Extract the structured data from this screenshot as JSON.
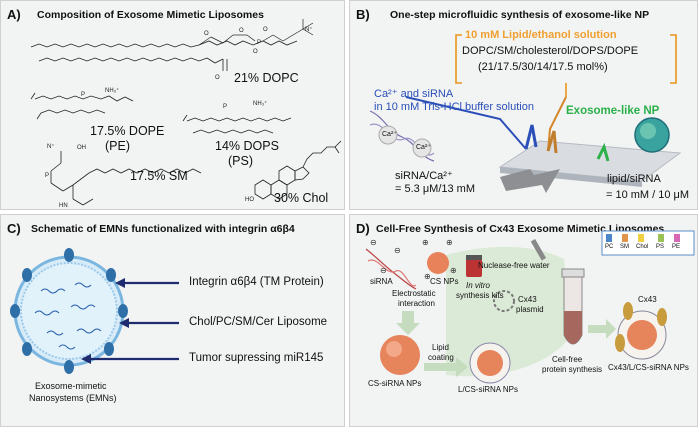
{
  "panelA": {
    "label": "A)",
    "title": "Composition of Exosome Mimetic Liposomes",
    "dopc": "21% DOPC",
    "dope_pct": "17.5% DOPE",
    "dope_abbr": "(PE)",
    "dops_pct": "14% DOPS",
    "dops_abbr": "(PS)",
    "sm": "17.5% SM",
    "chol": "30% Chol"
  },
  "panelB": {
    "label": "B)",
    "title": "One-step microfluidic synthesis of exosome-like NP",
    "lipid_title": "10 mM Lipid/ethanol solution",
    "lipid_comp": "DOPC/SM/cholesterol/DOPS/DOPE",
    "lipid_ratio": "(21/17.5/30/14/17.5 mol%)",
    "ca_line1": "Ca²⁺ and siRNA",
    "ca_line2": "in 10 mM Tris-HCl buffer solution",
    "ion1": "Ca²⁺",
    "ion2": "Ca²⁺",
    "sirna_label": "siRNA/Ca²⁺",
    "sirna_value": "= 5.3 μM/13 mM",
    "np_label": "Exosome-like NP",
    "ratio_label": "lipid/siRNA",
    "ratio_value": "= 10 mM / 10 μM"
  },
  "panelC": {
    "label": "C)",
    "title": "Schematic of EMNs functionalized with integrin α6β4",
    "arrow1": "Integrin α6β4 (TM Protein)",
    "arrow2": "Chol/PC/SM/Cer Liposome",
    "arrow3": "Tumor supressing miR145",
    "caption1": "Exosome-mimetic",
    "caption2": "Nanosystems (EMNs)"
  },
  "panelD": {
    "label": "D)",
    "title": "Cell-Free Synthesis of Cx43 Exosome Mimetic Liposomes",
    "sirna": "siRNA",
    "csnps": "CS NPs",
    "electro1": "Electrostatic",
    "electro2": "interaction",
    "invitro1": "In vitro",
    "invitro2": "synthesis kits",
    "water": "Nuclease-free water",
    "cx43_1": "Cx43",
    "cx43_2": "plasmid",
    "cs_sirna": "CS-siRNA NPs",
    "lipid1": "Lipid",
    "lipid2": "coating",
    "l_cs": "L/CS-siRNA NPs",
    "cellfree1": "Cell-free",
    "cellfree2": "protein synthesis",
    "cx43": "Cx43",
    "final": "Cx43/L/CS-siRNA NPs",
    "legend": [
      "PC",
      "SM",
      "Chol",
      "PS",
      "PE"
    ]
  }
}
